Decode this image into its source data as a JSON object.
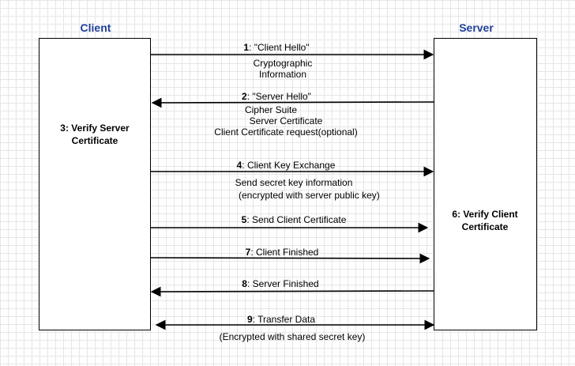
{
  "lanes": {
    "client_title": "Client",
    "server_title": "Server",
    "client_action": [
      "3: Verify Server",
      "Certificate"
    ],
    "server_action": [
      "6: Verify Client",
      "Certificate"
    ]
  },
  "messages": [
    {
      "num": "1",
      "label": ": \"Client Hello\"",
      "details": [
        "Cryptographic",
        "Information"
      ],
      "direction": "client-to-server"
    },
    {
      "num": "2",
      "label": ": \"Server Hello\"",
      "details": [
        "Cipher Suite",
        "Server Certificate",
        "Client Certificate request(optional)"
      ],
      "direction": "server-to-client"
    },
    {
      "num": "4",
      "label": ": Client Key Exchange",
      "details": [
        "Send secret key information",
        "(encrypted with server public key)"
      ],
      "direction": "client-to-server"
    },
    {
      "num": "5",
      "label": ": Send Client Certificate",
      "details": [],
      "direction": "client-to-server"
    },
    {
      "num": "7",
      "label": ": Client Finished",
      "details": [],
      "direction": "client-to-server"
    },
    {
      "num": "8",
      "label": ": Server Finished",
      "details": [],
      "direction": "server-to-client"
    },
    {
      "num": "9",
      "label": ": Transfer Data",
      "details": [
        "(Encrypted with shared secret key)"
      ],
      "direction": "bidirectional"
    }
  ]
}
